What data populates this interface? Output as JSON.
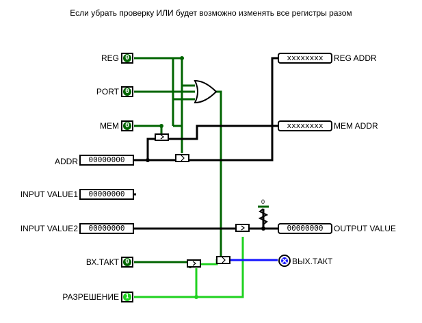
{
  "title": "Если убрать проверку ИЛИ будет возможно изменять все регистры разом",
  "inputs": {
    "reg": {
      "label": "REG",
      "value": "0"
    },
    "port": {
      "label": "PORT",
      "value": "0"
    },
    "mem": {
      "label": "MEM",
      "value": "0"
    },
    "addr": {
      "label": "ADDR",
      "value": "00000000"
    },
    "input_value1": {
      "label": "INPUT VALUE1",
      "value": "00000000"
    },
    "input_value2": {
      "label": "INPUT VALUE2",
      "value": "00000000"
    },
    "clock_in": {
      "label": "ВХ.ТАКТ",
      "value": "0"
    },
    "enable": {
      "label": "РАЗРЕШЕНИЕ",
      "value": "1"
    }
  },
  "outputs": {
    "reg_addr": {
      "label": "REG ADDR",
      "value": "xxxxxxxx"
    },
    "mem_addr": {
      "label": "MEM ADDR",
      "value": "xxxxxxxx"
    },
    "output_value": {
      "label": "OUTPUT VALUE",
      "value": "00000000"
    },
    "clock_out": {
      "label": "ВЫХ.ТАКТ"
    }
  },
  "pulldown_value": "0",
  "colors": {
    "wire_low": "#006400",
    "wire_high": "#1fd21f",
    "wire_bus": "#000000",
    "wire_undefined": "#1414ff",
    "pin_low": "#006400",
    "pin_high": "#1fd21f"
  }
}
